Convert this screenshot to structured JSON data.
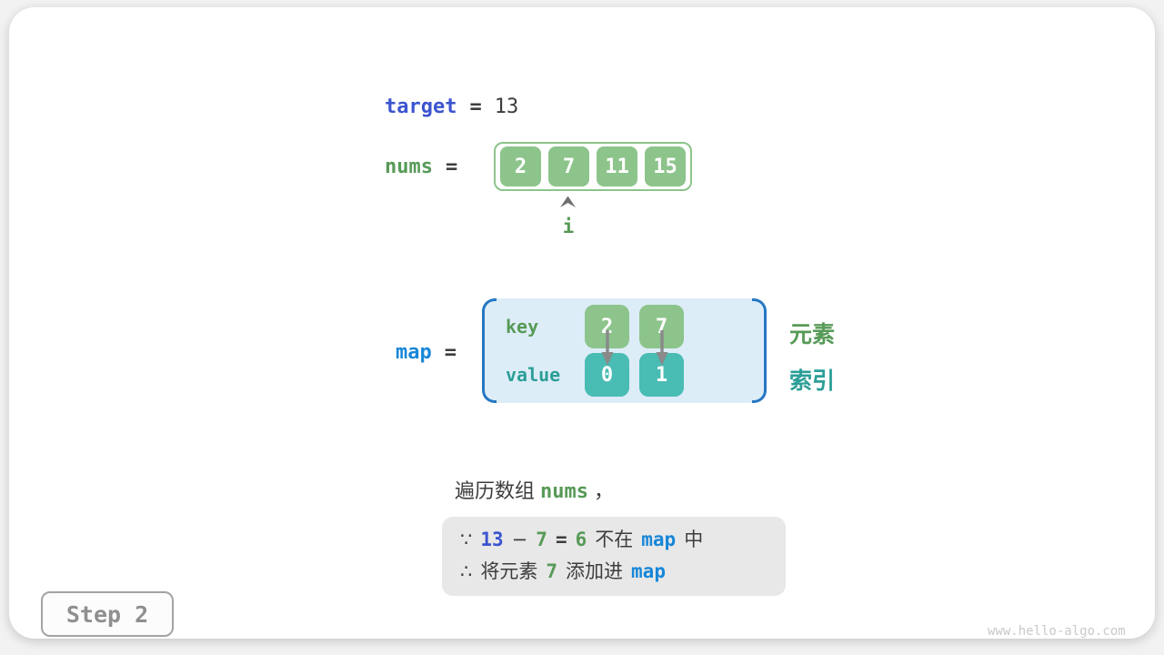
{
  "page": {
    "step_label": "Step 2",
    "watermark": "www.hello-algo.com"
  },
  "target_row": {
    "name": "target",
    "eq": "=",
    "value": "13"
  },
  "nums_row": {
    "name": "nums",
    "eq": "=",
    "cells": [
      "2",
      "7",
      "11",
      "15"
    ],
    "pointer_label": "i",
    "pointer_index": 1
  },
  "map_row": {
    "name": "map",
    "eq": "=",
    "key_label": "key",
    "value_label": "value",
    "keys": [
      "2",
      "7"
    ],
    "values": [
      "0",
      "1"
    ],
    "legend_keys": "元素",
    "legend_values": "索引"
  },
  "caption": {
    "prefix": "遍历数组",
    "code": "nums",
    "comma": "，"
  },
  "note": {
    "line1": {
      "because": "∵",
      "n13": "13",
      "minus": "−",
      "n7": "7",
      "eq": "=",
      "n6": "6",
      "text_notin": "不在",
      "map": "map",
      "text_in": "中"
    },
    "line2": {
      "therefore": "∴",
      "text_add1": "将元素",
      "n7": "7",
      "text_add2": "添加进",
      "map": "map"
    }
  },
  "colors": {
    "royal_blue": "#3b54cf",
    "azure_blue": "#1787d8",
    "green_text": "#579a57",
    "green_fill": "#8dc48b",
    "teal_text": "#2b9e96",
    "teal_fill": "#49bcb4",
    "dark_text": "#3d3d3d",
    "arrow_gray": "#8a8a8a",
    "map_background": "#ddedf8",
    "bracket_blue": "#2677c2",
    "note_background": "#e8e8e8"
  }
}
